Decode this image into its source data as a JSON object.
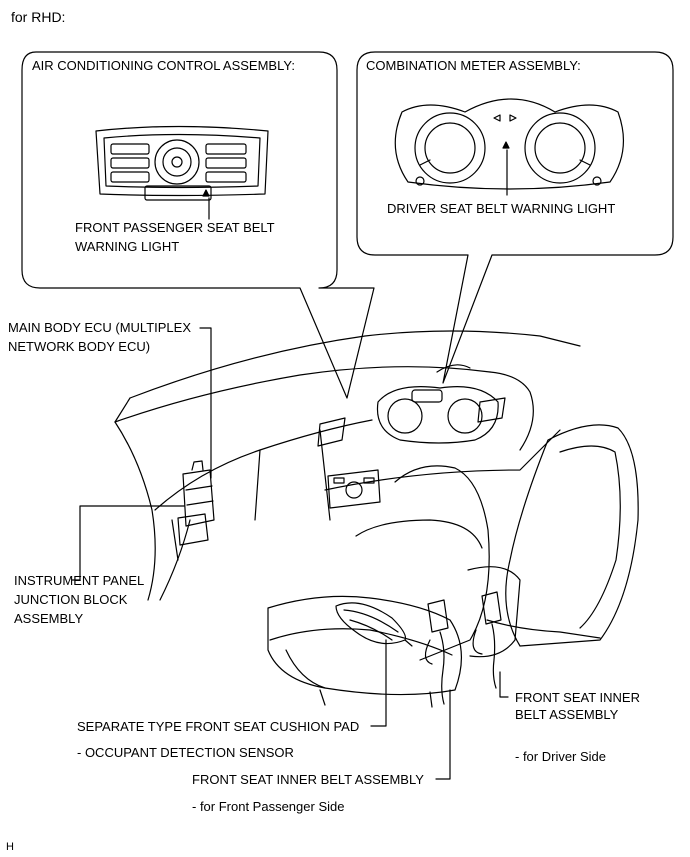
{
  "header": {
    "text": "for RHD:"
  },
  "callouts": {
    "ac_title": "AIR CONDITIONING CONTROL ASSEMBLY:",
    "meter_title": "COMBINATION METER ASSEMBLY:",
    "passenger_light": [
      "FRONT PASSENGER SEAT BELT",
      "WARNING LIGHT"
    ],
    "driver_light": "DRIVER SEAT BELT WARNING LIGHT"
  },
  "components": {
    "main_body_ecu": [
      "MAIN BODY ECU (MULTIPLEX",
      "NETWORK BODY ECU)"
    ],
    "junction_block": [
      "INSTRUMENT PANEL",
      "JUNCTION BLOCK",
      "ASSEMBLY"
    ],
    "cushion_pad": "SEPARATE TYPE FRONT SEAT CUSHION PAD",
    "cushion_pad_sub": "- OCCUPANT DETECTION SENSOR",
    "inner_belt_passenger": "FRONT SEAT INNER BELT ASSEMBLY",
    "inner_belt_passenger_sub": "- for Front Passenger Side",
    "inner_belt_driver": [
      "FRONT SEAT INNER",
      "BELT ASSEMBLY"
    ],
    "inner_belt_driver_sub": "- for Driver Side"
  },
  "footer": {
    "code": "H"
  }
}
